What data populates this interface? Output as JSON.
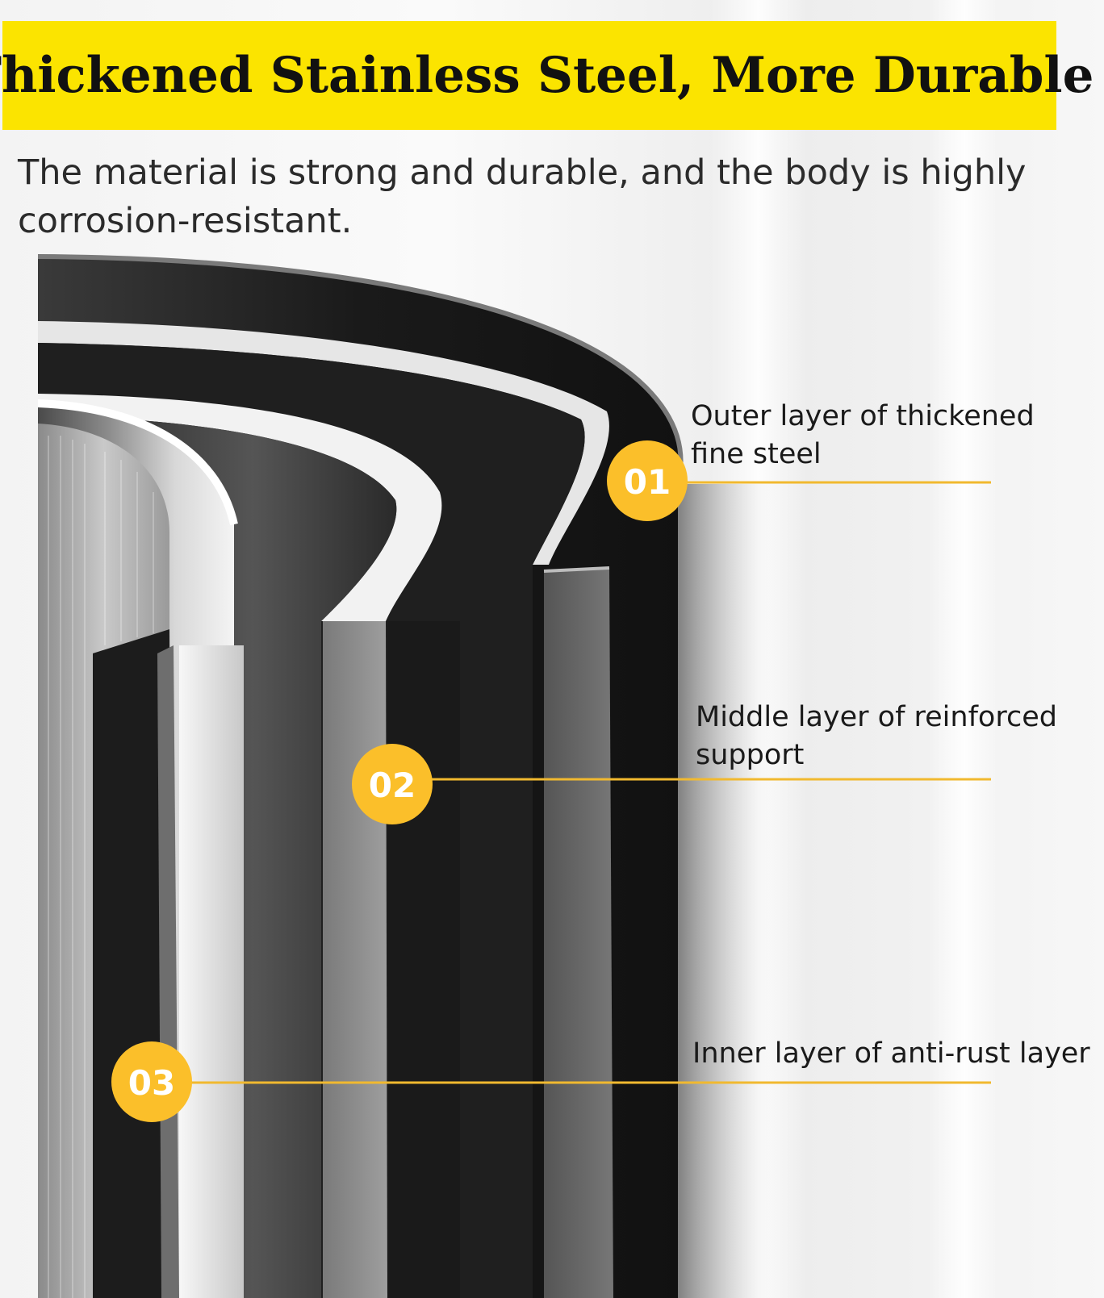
{
  "header": {
    "title": "Thickened Stainless Steel, More Durable",
    "subtitle": "The material is strong and durable, and the body is highly corrosion-resistant."
  },
  "callouts": [
    {
      "number": "01",
      "label_line1": "Outer layer of thickened",
      "label_line2": "fine steel"
    },
    {
      "number": "02",
      "label_line1": "Middle layer of reinforced",
      "label_line2": "support"
    },
    {
      "number": "03",
      "label_line1": "Inner layer of anti-rust layer",
      "label_line2": ""
    }
  ],
  "colors": {
    "banner": "#fbe400",
    "badge": "#fbbf2a",
    "callout_line": "#f1b92f"
  }
}
